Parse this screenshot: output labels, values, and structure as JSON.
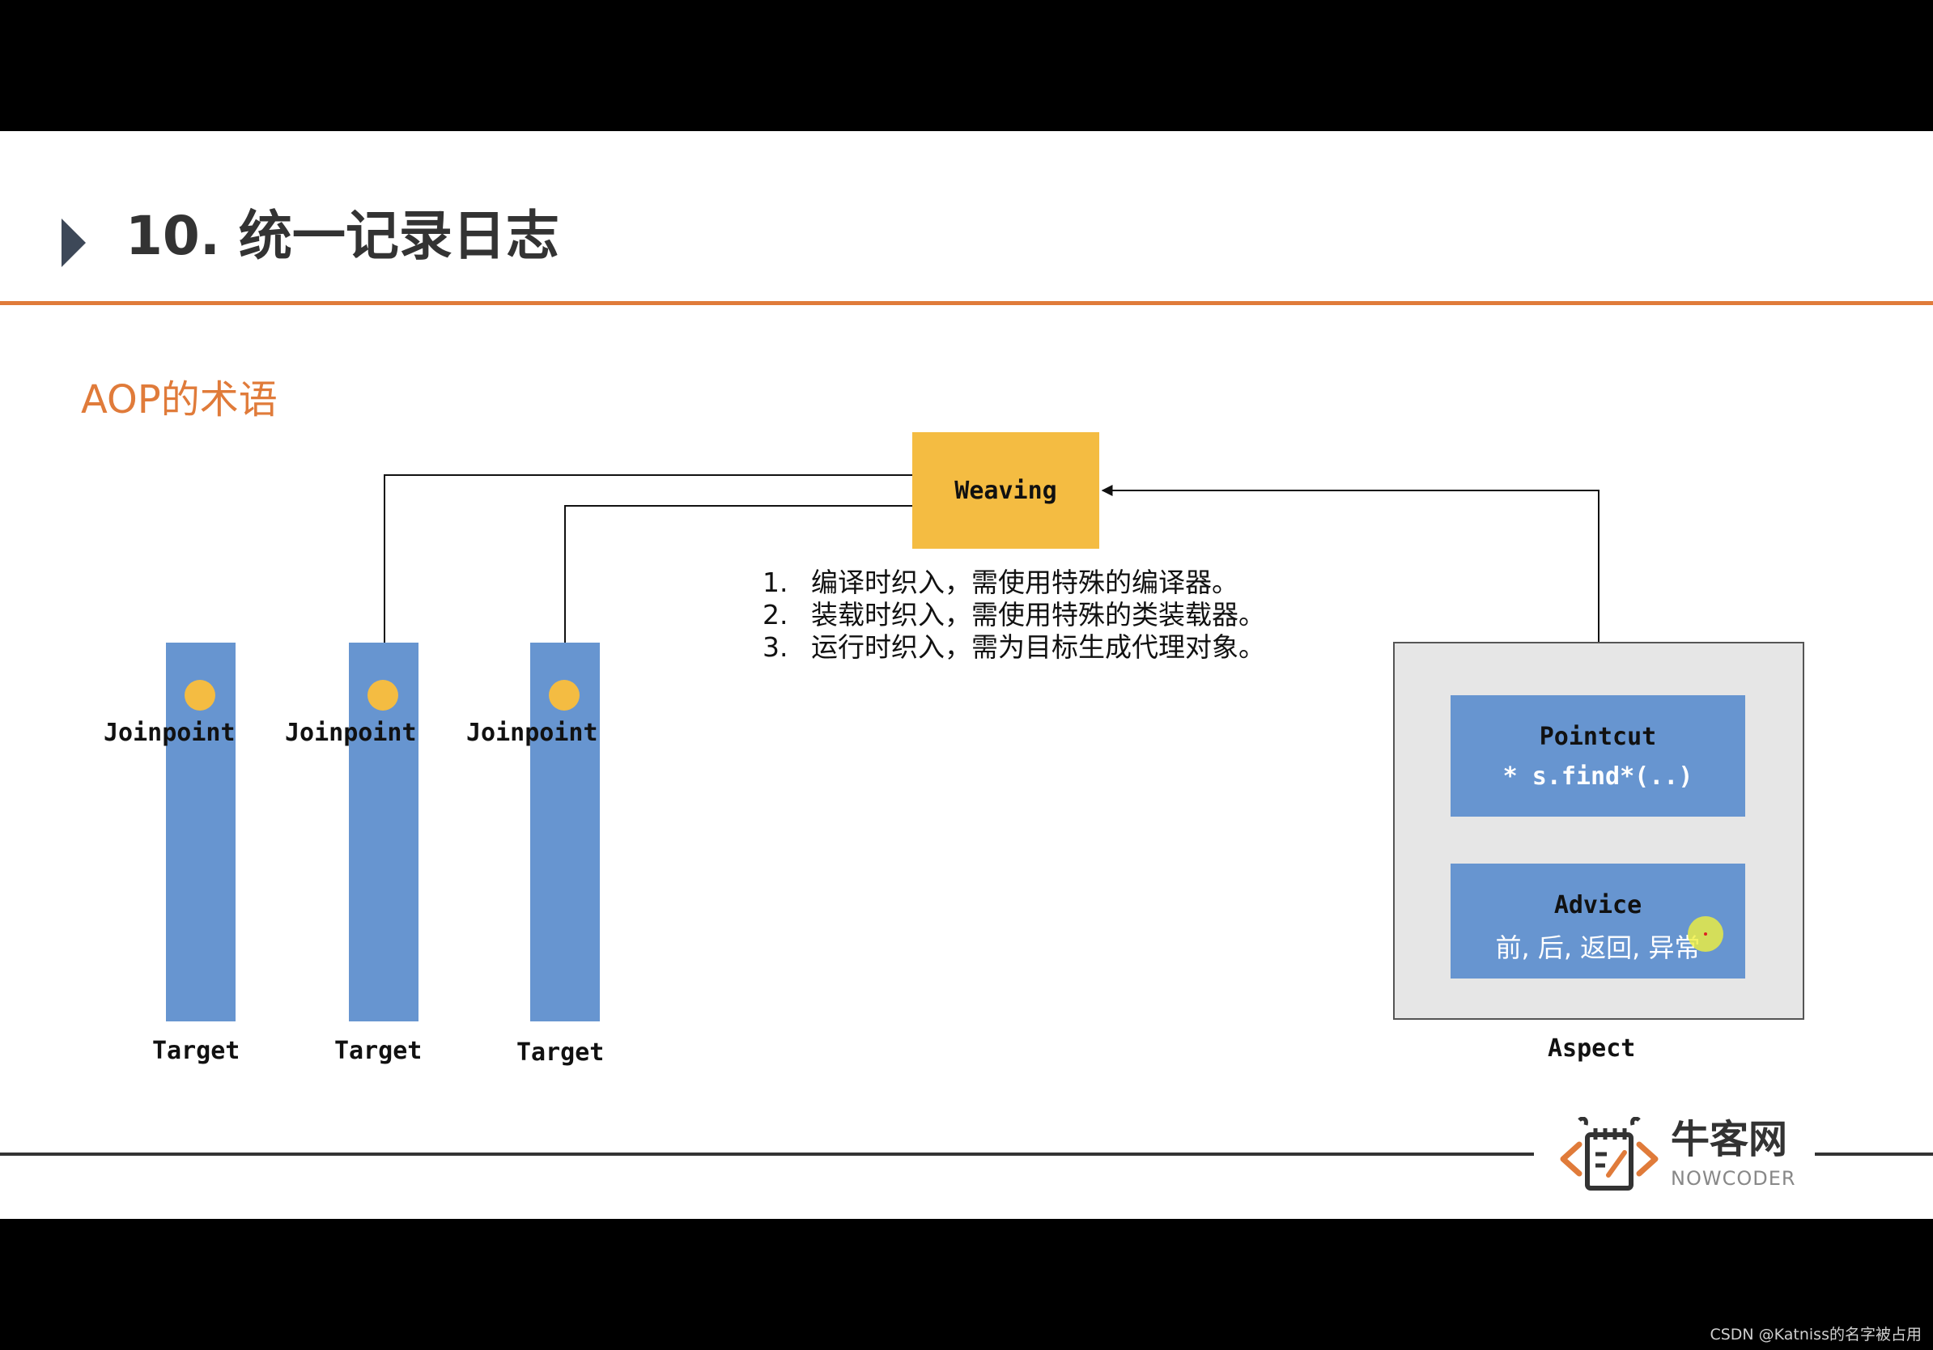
{
  "slide": {
    "title": "10. 统一记录日志",
    "subtitle": "AOP的术语"
  },
  "diagram": {
    "weaving": "Weaving",
    "steps": [
      {
        "num": "1.",
        "text": "编译时织入，需使用特殊的编译器。"
      },
      {
        "num": "2.",
        "text": "装载时织入，需使用特殊的类装载器。"
      },
      {
        "num": "3.",
        "text": "运行时织入，需为目标生成代理对象。"
      }
    ],
    "targets": [
      {
        "joinpoint": "Joinpoint",
        "target": "Target"
      },
      {
        "joinpoint": "Joinpoint",
        "target": "Target"
      },
      {
        "joinpoint": "Joinpoint",
        "target": "Target"
      }
    ],
    "pointcut": {
      "title": "Pointcut",
      "expr": "* s.find*(..)"
    },
    "advice": {
      "title": "Advice",
      "kinds": "前, 后, 返回, 异常"
    },
    "aspect": "Aspect",
    "colors": {
      "accent": "#e07b3a",
      "weaving": "#f4bc42",
      "bar": "#6795d0",
      "aspect_bg": "#e6e6e6"
    }
  },
  "footer": {
    "logo_cn": "牛客网",
    "logo_en": "NOWCODER",
    "logo_icon": "code-edit-icon",
    "watermark": "CSDN @Katniss的名字被占用"
  }
}
